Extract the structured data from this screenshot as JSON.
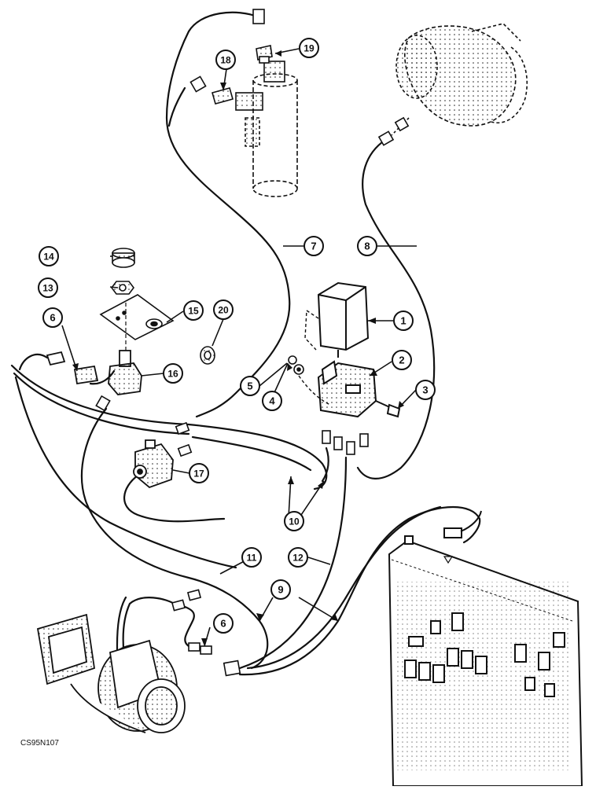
{
  "drawing_code": "CS95N107",
  "callouts": [
    {
      "id": "1",
      "label": "1"
    },
    {
      "id": "2",
      "label": "2"
    },
    {
      "id": "3",
      "label": "3"
    },
    {
      "id": "4",
      "label": "4"
    },
    {
      "id": "5",
      "label": "5"
    },
    {
      "id": "6a",
      "label": "6"
    },
    {
      "id": "6b",
      "label": "6"
    },
    {
      "id": "7",
      "label": "7"
    },
    {
      "id": "8",
      "label": "8"
    },
    {
      "id": "9",
      "label": "9"
    },
    {
      "id": "10",
      "label": "10"
    },
    {
      "id": "11",
      "label": "11"
    },
    {
      "id": "12",
      "label": "12"
    },
    {
      "id": "13",
      "label": "13"
    },
    {
      "id": "14",
      "label": "14"
    },
    {
      "id": "15",
      "label": "15"
    },
    {
      "id": "16",
      "label": "16"
    },
    {
      "id": "17",
      "label": "17"
    },
    {
      "id": "18",
      "label": "18"
    },
    {
      "id": "19",
      "label": "19"
    },
    {
      "id": "20",
      "label": "20"
    }
  ]
}
